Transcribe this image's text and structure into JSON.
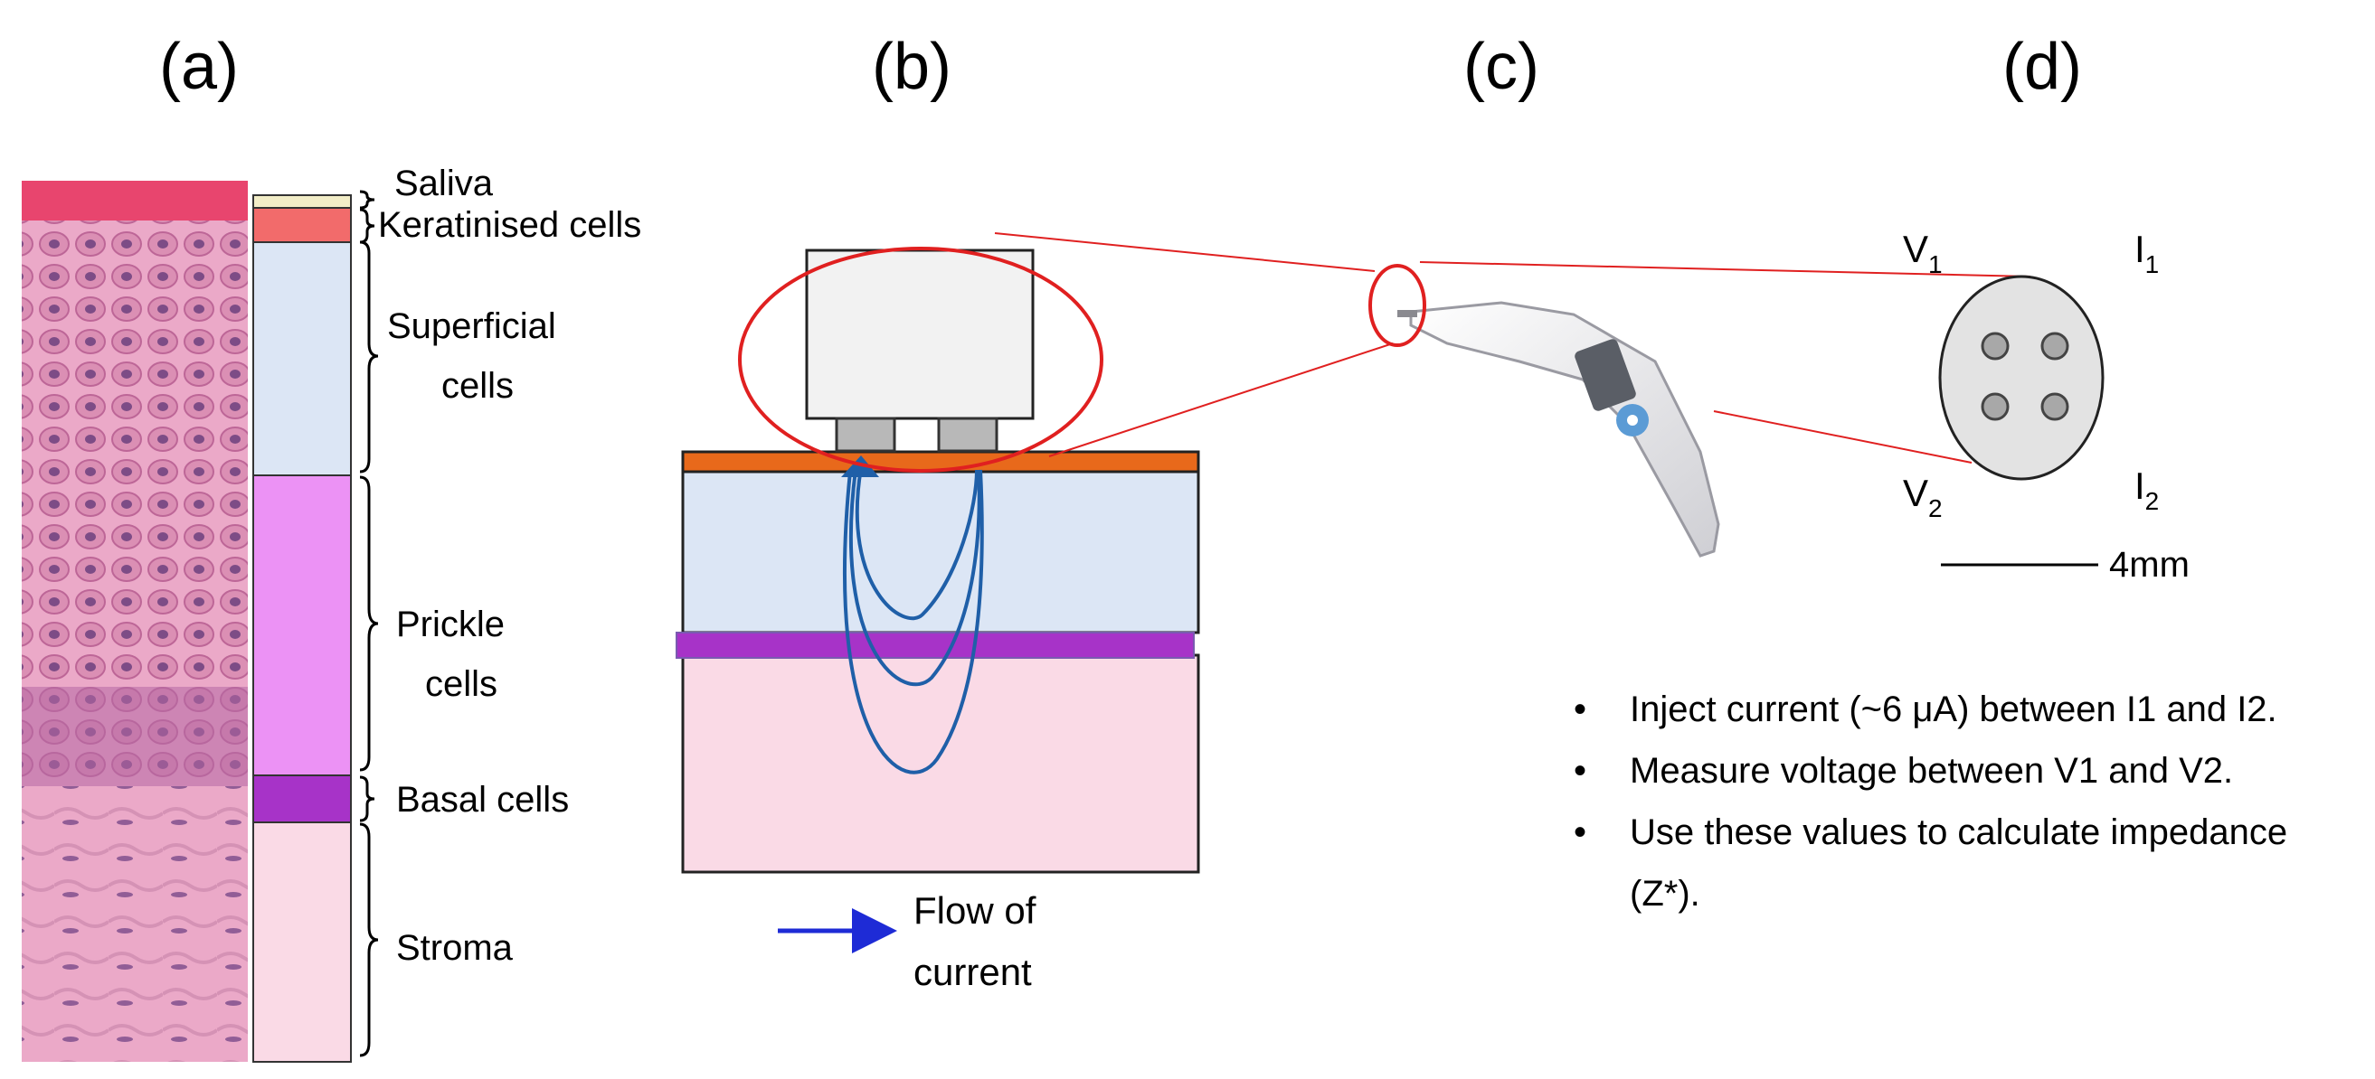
{
  "panels": {
    "a": "(a)",
    "b": "(b)",
    "c": "(c)",
    "d": "(d)"
  },
  "layers": [
    {
      "label": "Saliva",
      "color": "#F2EDC7"
    },
    {
      "label": "Keratinised cells",
      "color": "#F26B6B"
    },
    {
      "label": "Superficial cells",
      "color": "#DCE6F5"
    },
    {
      "label": "Prickle cells",
      "color": "#EC92F5"
    },
    {
      "label": "Basal cells",
      "color": "#A733C8"
    },
    {
      "label": "Stroma",
      "color": "#FADAE6"
    }
  ],
  "labels_a": {
    "superficial_1": "Superficial",
    "superficial_2": "cells",
    "prickle_1": "Prickle",
    "prickle_2": "cells"
  },
  "legend_b": {
    "line1": "Flow of",
    "line2": "current"
  },
  "probe_colors": {
    "orange": "#E8691B",
    "light_blue": "#DCE6F5",
    "purple": "#A733C8",
    "pink": "#FADAE6",
    "current": "#1F5FA8",
    "highlight": "#E02020"
  },
  "electrodes": {
    "v1": "V",
    "v1_sub": "1",
    "i1": "I",
    "i1_sub": "1",
    "v2": "V",
    "v2_sub": "2",
    "i2": "I",
    "i2_sub": "2"
  },
  "scale_label": "4mm",
  "bullets": [
    "Inject current (~6 μA) between I1 and I2.",
    "Measure voltage between V1 and V2.",
    "Use these values to calculate impedance",
    "(Z*)."
  ],
  "bullet_symbol": "•"
}
